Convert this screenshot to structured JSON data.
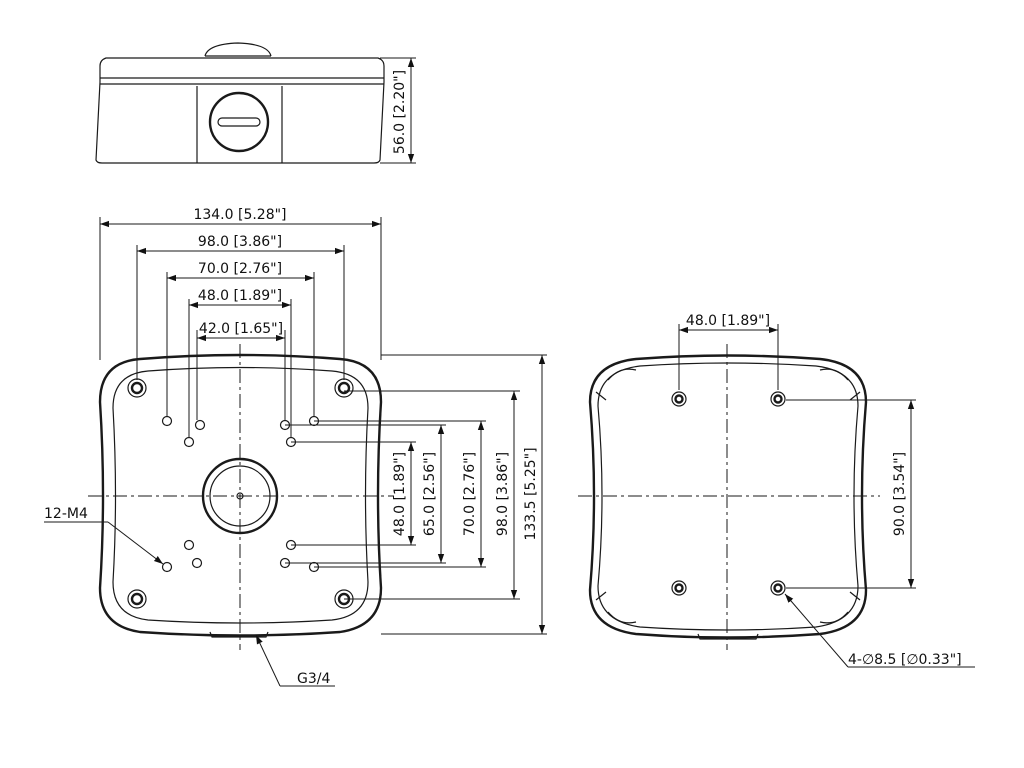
{
  "side_view": {
    "height_dim": "56.0 [2.20\"]"
  },
  "bottom_view": {
    "dims_horizontal": [
      "134.0 [5.28\"]",
      "98.0 [3.86\"]",
      "70.0 [2.76\"]",
      "48.0 [1.89\"]",
      "42.0 [1.65\"]"
    ],
    "dims_vertical": [
      "48.0 [1.89\"]",
      "65.0 [2.56\"]",
      "70.0 [2.76\"]",
      "98.0 [3.86\"]",
      "133.5 [5.25\"]"
    ],
    "hole_callout": "12-M4",
    "thread_callout": "G3/4"
  },
  "top_view": {
    "dim_horizontal": "48.0 [1.89\"]",
    "dim_vertical": "90.0 [3.54\"]",
    "hole_callout": "4-∅8.5 [∅0.33\"]"
  }
}
